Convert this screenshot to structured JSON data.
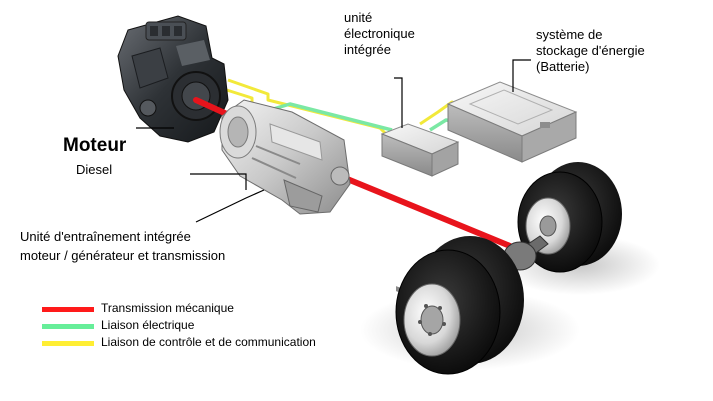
{
  "labels": {
    "unite_electronique": "unité\nélectronique\n intégrée",
    "stockage": "système de\nstockage d'énergie\n(Batterie)",
    "moteur": "Moteur",
    "diesel": "Diesel",
    "unite_entrainement": "Unité d'entraînement intégrée\nmoteur / générateur et transmission"
  },
  "legend": [
    {
      "label": "Transmission mécanique",
      "color": "#ff1a1a"
    },
    {
      "label": " Liaison électrique",
      "color": "#66ee99"
    },
    {
      "label": "Liaison de contrôle et de communication",
      "color": "#ffee33"
    }
  ],
  "colors": {
    "mechanical": "#e8141c",
    "electrical": "#7be8a4",
    "control": "#f2e93a"
  }
}
